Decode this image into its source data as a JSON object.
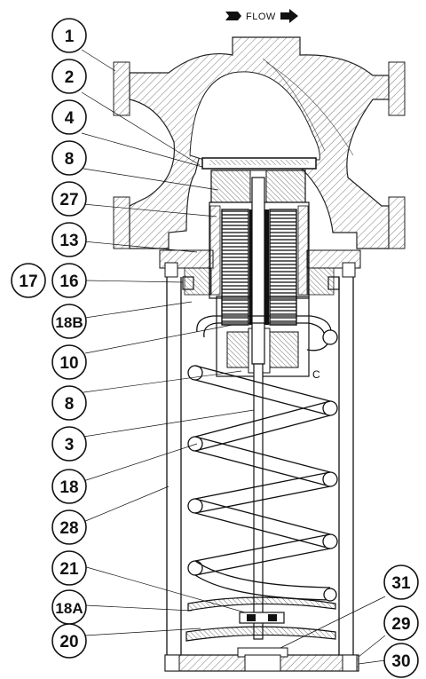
{
  "flow_label": "FLOW",
  "detail_label": "C",
  "callouts": [
    {
      "id": "c1",
      "label": "1"
    },
    {
      "id": "c2",
      "label": "2"
    },
    {
      "id": "c4",
      "label": "4"
    },
    {
      "id": "c8a",
      "label": "8"
    },
    {
      "id": "c27",
      "label": "27"
    },
    {
      "id": "c13",
      "label": "13"
    },
    {
      "id": "c17",
      "label": "17"
    },
    {
      "id": "c16",
      "label": "16"
    },
    {
      "id": "c18b",
      "label": "18B"
    },
    {
      "id": "c10",
      "label": "10"
    },
    {
      "id": "c8b",
      "label": "8"
    },
    {
      "id": "c3",
      "label": "3"
    },
    {
      "id": "c18",
      "label": "18"
    },
    {
      "id": "c28",
      "label": "28"
    },
    {
      "id": "c21",
      "label": "21"
    },
    {
      "id": "c18a",
      "label": "18A"
    },
    {
      "id": "c20",
      "label": "20"
    },
    {
      "id": "c31",
      "label": "31"
    },
    {
      "id": "c29",
      "label": "29"
    },
    {
      "id": "c30",
      "label": "30"
    }
  ]
}
